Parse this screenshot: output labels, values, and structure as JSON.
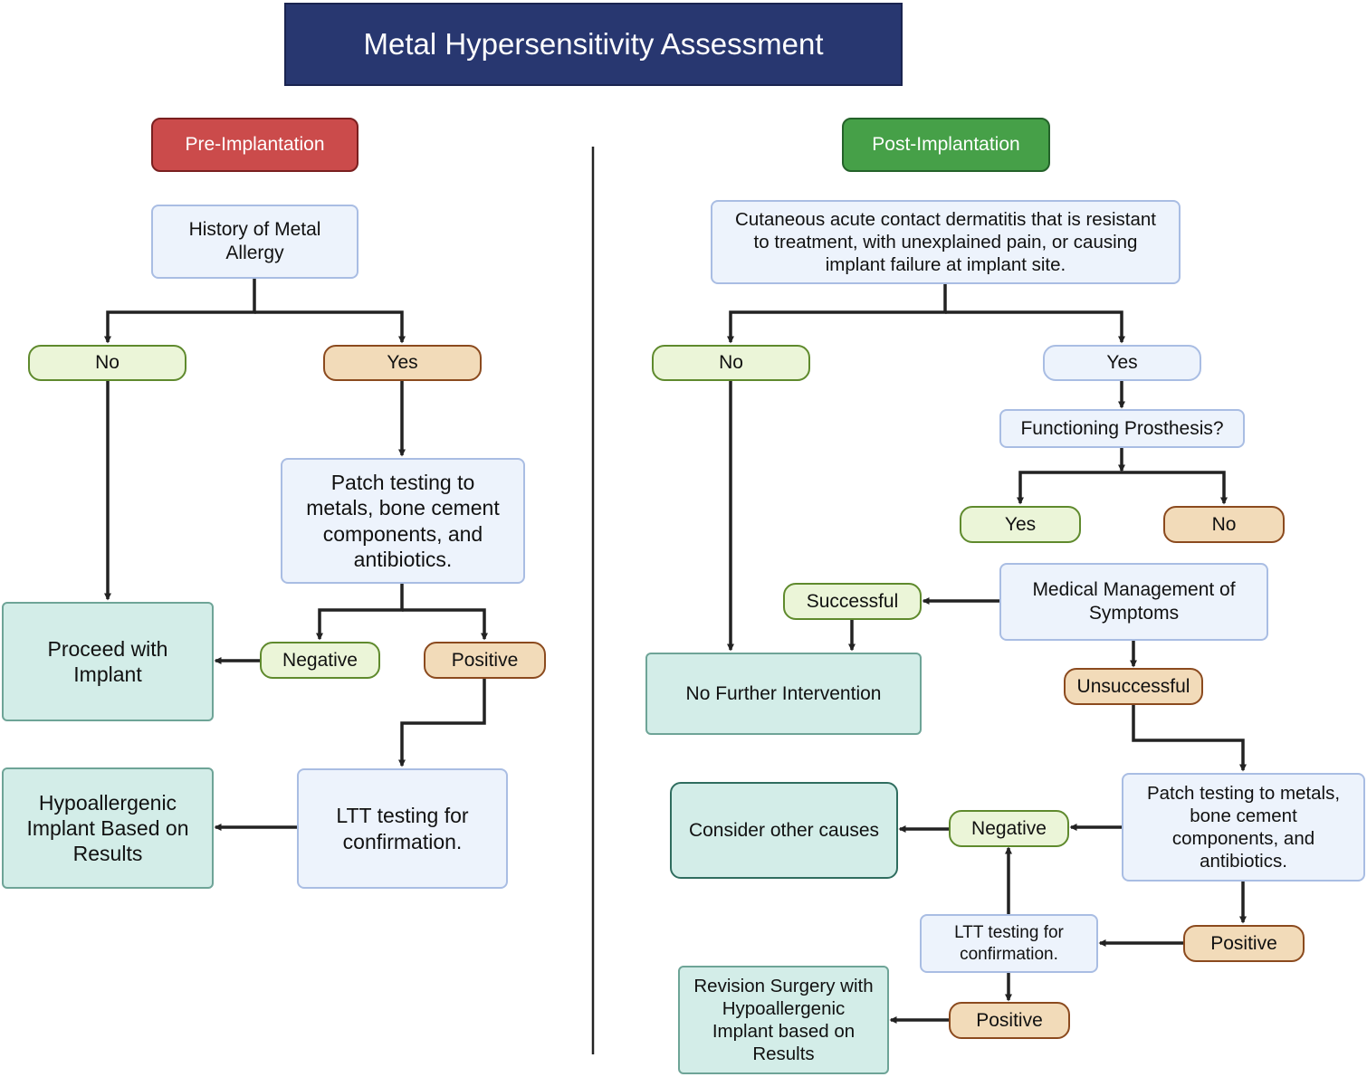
{
  "title": "Metal Hypersensitivity Assessment",
  "pre": {
    "header": "Pre-Implantation",
    "history": "History of Metal Allergy",
    "no": "No",
    "yes": "Yes",
    "patch": "Patch testing to metals, bone cement components, and antibiotics.",
    "proceed": "Proceed with Implant",
    "negative": "Negative",
    "positive": "Positive",
    "ltt": "LTT testing for confirmation.",
    "hypo": "Hypoallergenic Implant Based on Results"
  },
  "post": {
    "header": "Post-Implantation",
    "symptoms": "Cutaneous acute contact dermatitis that is resistant to treatment, with unexplained pain, or causing implant failure at implant site.",
    "no": "No",
    "yes": "Yes",
    "functioning": "Functioning Prosthesis?",
    "func_yes": "Yes",
    "func_no": "No",
    "successful": "Successful",
    "medical": "Medical Management of Symptoms",
    "no_further": "No Further Intervention",
    "unsuccessful": "Unsuccessful",
    "patch": "Patch testing to metals, bone cement components, and antibiotics.",
    "negative": "Negative",
    "other_causes": "Consider other causes",
    "positive": "Positive",
    "ltt": "LTT testing for confirmation.",
    "ltt_positive": "Positive",
    "revision": "Revision Surgery with Hypoallergenic Implant based on Results"
  }
}
